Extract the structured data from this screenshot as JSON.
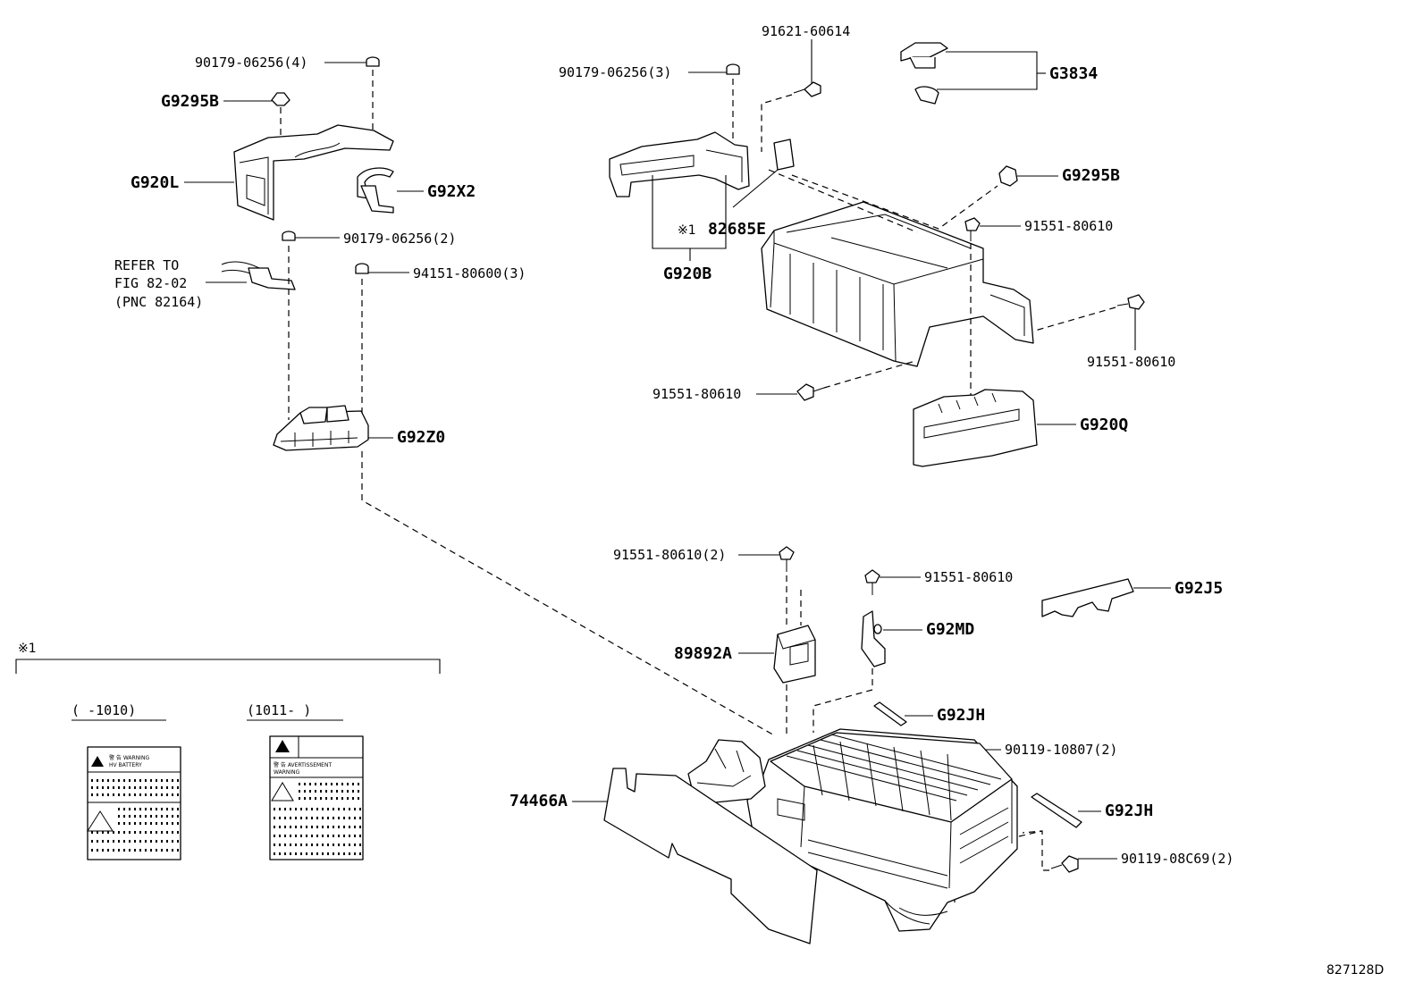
{
  "diagram_id": "827128D",
  "note_marker": "※1",
  "note_panel": {
    "range_left": "(     -1010)",
    "range_right": "(1011-      )",
    "label_left_line1": "警 告   WARNING",
    "label_left_line2": "HV BATTERY",
    "label_right_line1": "警 告   AVERTISSEMENT",
    "label_right_line2": "WARNING"
  },
  "refer_note": {
    "line1": "REFER TO",
    "line2": "FIG 82-02",
    "line3": "(PNC 82164)"
  },
  "callouts": {
    "c_90179_06256_4": "90179-06256(4)",
    "c_g9295b_left": "G9295B",
    "c_g920l": "G920L",
    "c_g92x2": "G92X2",
    "c_90179_06256_2": "90179-06256(2)",
    "c_94151_80600_3": "94151-80600(3)",
    "c_g92z0": "G92Z0",
    "c_90179_06256_3": "90179-06256(3)",
    "c_91621_60614": "91621-60614",
    "c_g3834": "G3834",
    "c_g9295b_right": "G9295B",
    "c_82685e_marker": "※1",
    "c_82685e": "82685E",
    "c_g920b": "G920B",
    "c_91551_80610_a": "91551-80610",
    "c_91551_80610_b": "91551-80610",
    "c_91551_80610_c": "91551-80610",
    "c_g920q": "G920Q",
    "c_91551_80610_2": "91551-80610(2)",
    "c_91551_80610_d": "91551-80610",
    "c_g92j5": "G92J5",
    "c_g92md": "G92MD",
    "c_89892a": "89892A",
    "c_g92jh_a": "G92JH",
    "c_90119_10807_2": "90119-10807(2)",
    "c_74466a": "74466A",
    "c_g92jh_b": "G92JH",
    "c_90119_08c69_2": "90119-08C69(2)"
  }
}
